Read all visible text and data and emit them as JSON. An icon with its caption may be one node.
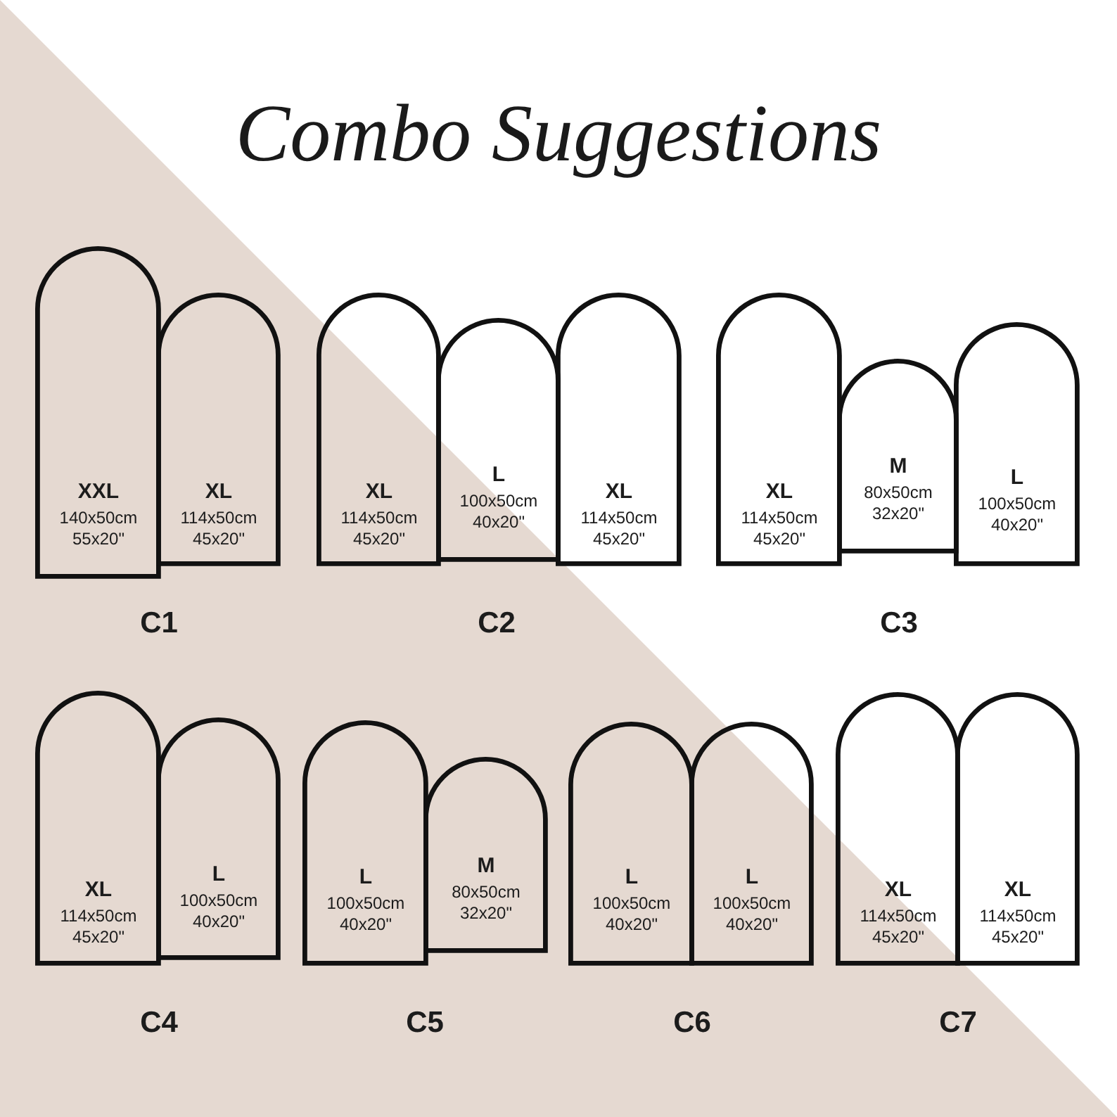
{
  "diagram": {
    "title": "Combo Suggestions",
    "nodes": [
      {
        "text": [
          "XXL",
          "140x50cm",
          "55x20\""
        ]
      },
      {
        "text": [
          "XL",
          "114x50cm",
          "45x20\""
        ]
      },
      {
        "text": [
          "XL",
          "114x50cm",
          "45x20\""
        ]
      },
      {
        "text": [
          "L",
          "100x50cm",
          "40x20\""
        ]
      },
      {
        "text": [
          "XL",
          "114x50cm",
          "45x20\""
        ]
      },
      {
        "text": [
          "XL",
          "114x50cm",
          "45x20\""
        ]
      },
      {
        "text": [
          "M",
          "80x50cm",
          "32x20\""
        ]
      },
      {
        "text": [
          "L",
          "100x50cm",
          "40x20\""
        ]
      },
      {
        "text": [
          "XL",
          "114x50cm",
          "45x20\""
        ]
      },
      {
        "text": [
          "L",
          "100x50cm",
          "40x20\""
        ]
      },
      {
        "text": [
          "L",
          "100x50cm",
          "40x20\""
        ]
      },
      {
        "text": [
          "M",
          "80x50cm",
          "32x20\""
        ]
      },
      {
        "text": [
          "L",
          "100x50cm",
          "40x20\""
        ]
      },
      {
        "text": [
          "L",
          "100x50cm",
          "40x20\""
        ]
      },
      {
        "text": [
          "XL",
          "114x50cm",
          "45x20\""
        ]
      },
      {
        "text": [
          "XL",
          "114x50cm",
          "45x20\""
        ]
      }
    ],
    "labels": [
      "C1",
      "C2",
      "C3",
      "C4",
      "C5",
      "C6",
      "C7"
    ]
  }
}
